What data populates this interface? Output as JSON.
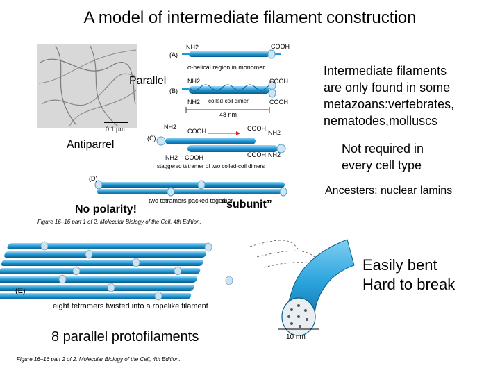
{
  "title": "A model of intermediate filament construction",
  "labels": {
    "parallel": "Parallel",
    "antiparallel": "Antiparrel",
    "no_polarity": "No polarity!",
    "subunit": "“subunit”",
    "protofilaments": "8 parallel protofilaments"
  },
  "notes": {
    "distribution": [
      "Intermediate filaments",
      "are only found in some",
      "metazoans:vertebrates,",
      "nematodes,molluscs"
    ],
    "requirement": [
      "Not required in",
      "every cell type"
    ],
    "ancestors": "Ancesters: nuclear lamins",
    "mechanics": [
      "Easily bent",
      "Hard to break"
    ]
  },
  "figure": {
    "panel_a": "(A)",
    "panel_b": "(B)",
    "panel_c": "(C)",
    "panel_d": "(D)",
    "panel_e": "(E)",
    "nh2": "NH2",
    "cooh": "COOH",
    "a_caption": "α-helical region in monomer",
    "b_caption": "coiled-coil dimer",
    "b_length": "48 nm",
    "c_caption": "staggered tetramer of two coiled-coil dimers",
    "d_caption": "two tetramers packed together",
    "e_caption": "eight tetramers twisted into a ropelike filament",
    "scale_micro": "0.1 μm",
    "scale_nano": "10 nm",
    "caption_part1": "Figure 16–16 part 1 of 2. Molecular Biology of the Cell, 4th Edition.",
    "caption_part2": "Figure 16–16 part 2 of 2. Molecular Biology of the Cell, 4th Edition."
  }
}
